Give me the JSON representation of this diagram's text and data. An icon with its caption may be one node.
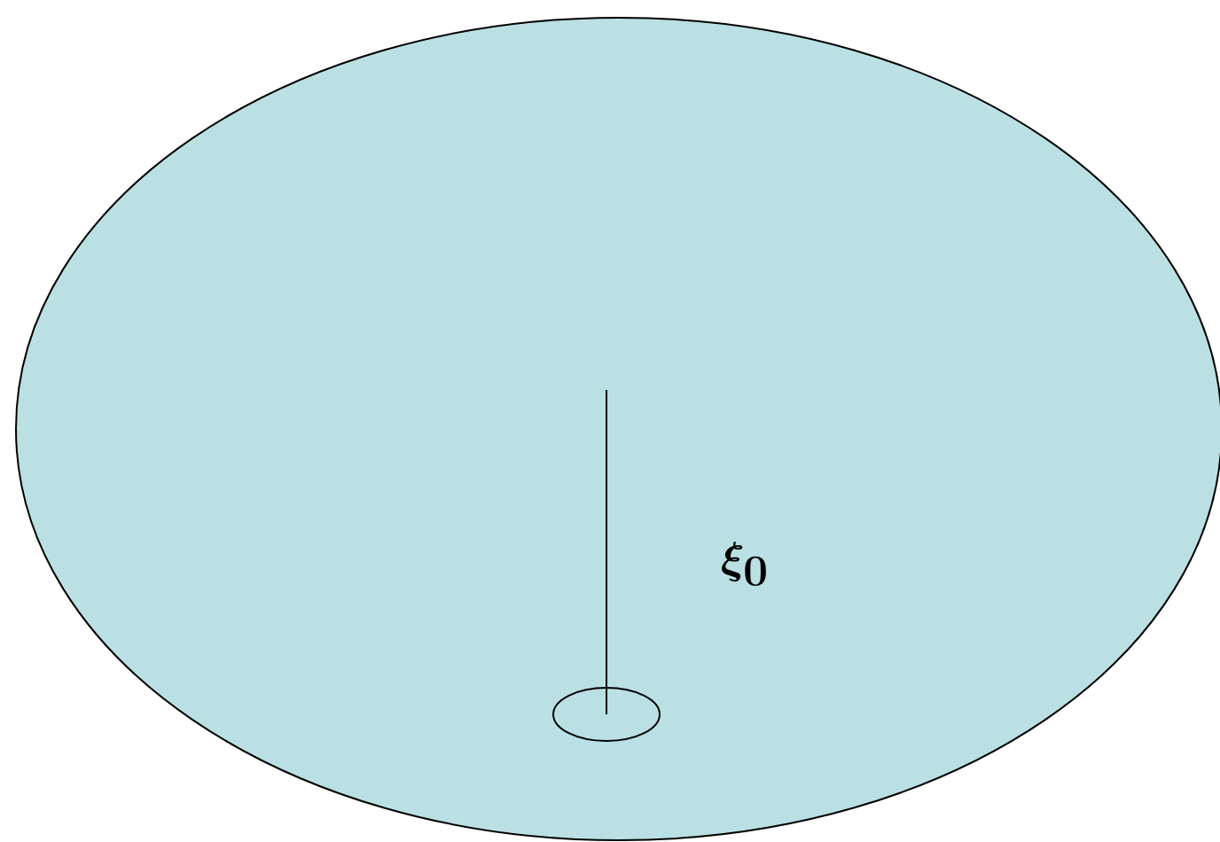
{
  "diagram": {
    "nodes": [
      {
        "text": [],
        "shape": "ellipse"
      },
      {
        "text": [],
        "shape": "ellipse",
        "in": 0
      }
    ],
    "labels": [
      "\\xi_0"
    ]
  }
}
